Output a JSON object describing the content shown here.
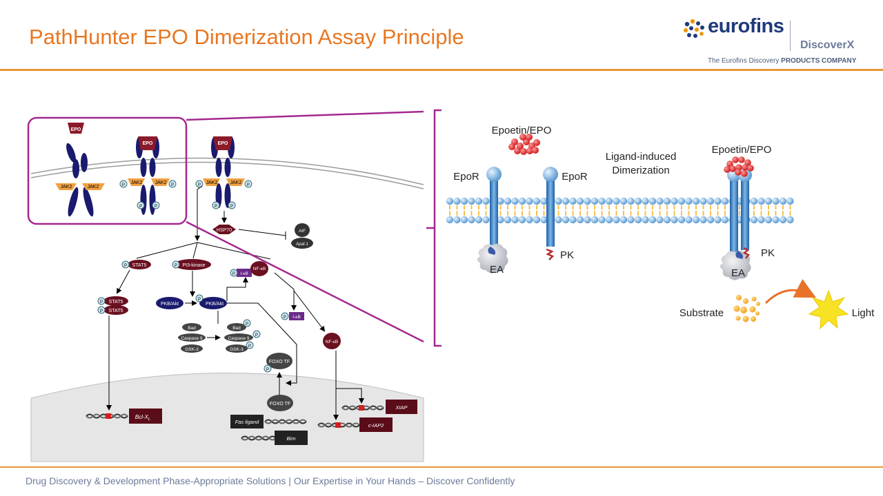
{
  "slide": {
    "title": "PathHunter EPO Dimerization Assay Principle",
    "footer": "Drug Discovery & Development Phase-Appropriate Solutions | Our Expertise in Your Hands – Discover Confidently"
  },
  "logo": {
    "name": "eurofins",
    "division": "DiscoverX",
    "tagline_prefix": "The Eurofins Discovery",
    "tagline_emphasis": "PRODUCTS COMPANY"
  },
  "colors": {
    "title": "#E87722",
    "rule": "#E8953A",
    "highlight_box": "#A3278F",
    "receptor": "#1a1a6e",
    "jak": "#F0A040",
    "dark_protein": "#6a1020",
    "membrane_head": "#7fb4e0",
    "membrane_tail": "#F6C04A"
  },
  "pathway": {
    "epo": "EPO",
    "jak2": "JAK2",
    "p": "P",
    "hsp70": "HSP70",
    "aif": "AIF",
    "apaf1": "Apaf-1",
    "stat5": "STAT5",
    "pi3k": "PI3-kinase",
    "nfkb": "NF-κB",
    "ikb": "I-κB",
    "pkb": "PKB/Akt",
    "bad": "Bad",
    "caspase9": "Caspase 9",
    "gsk3": "GSK-3",
    "foxo": "FOXO TF",
    "bclx": "Bcl-X",
    "bclx_sub": "L",
    "fas": "Fas ligand",
    "bim": "Bim",
    "xiap": "XIAP",
    "ciap2": "c-IAP2"
  },
  "assay": {
    "epo_left": "Epoetin/EPO",
    "epo_right": "Epoetin/EPO",
    "epor_left": "EpoR",
    "epor_right": "EpoR",
    "dimerization_line1": "Ligand-induced",
    "dimerization_line2": "Dimerization",
    "ea_left": "EA",
    "ea_right": "EA",
    "pk_left": "PK",
    "pk_right": "PK",
    "substrate": "Substrate",
    "light": "Light"
  }
}
